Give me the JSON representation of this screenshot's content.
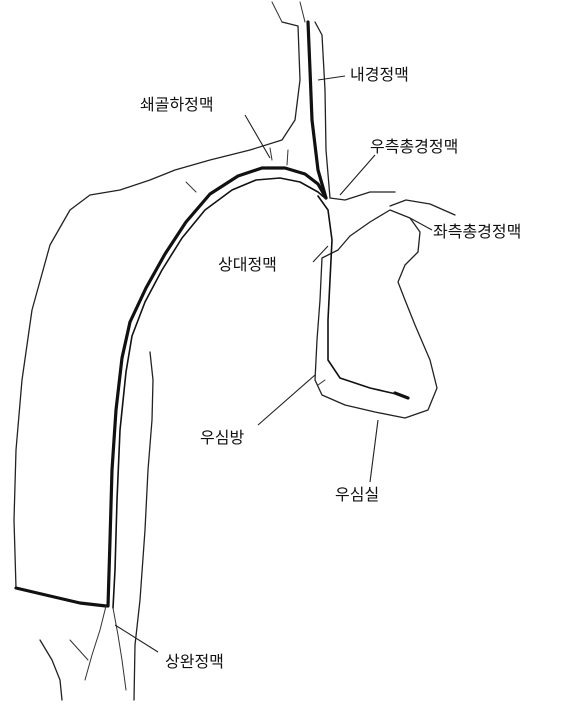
{
  "labels": {
    "internal_jugular": "내경정맥",
    "subclavian": "쇄골하정맥",
    "right_common_carotid": "우측총경정맥",
    "left_common_carotid": "좌측총경정맥",
    "superior_vena_cava": "상대정맥",
    "right_atrium": "우심방",
    "right_ventricle": "우심실",
    "brachial": "상완정맥"
  }
}
